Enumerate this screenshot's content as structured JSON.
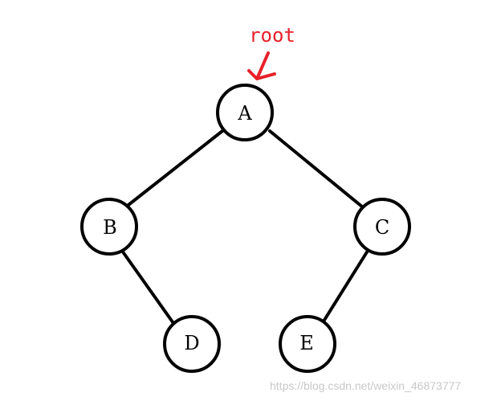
{
  "colors": {
    "annotation": "#e8202a",
    "stroke": "#000000",
    "watermark": "#c8c8c8"
  },
  "tree": {
    "root_label": "root",
    "nodes": [
      {
        "id": "A",
        "label": "A"
      },
      {
        "id": "B",
        "label": "B"
      },
      {
        "id": "C",
        "label": "C"
      },
      {
        "id": "D",
        "label": "D"
      },
      {
        "id": "E",
        "label": "E"
      }
    ],
    "edges": [
      {
        "from": "A",
        "to": "B"
      },
      {
        "from": "A",
        "to": "C"
      },
      {
        "from": "B",
        "to": "D"
      },
      {
        "from": "C",
        "to": "E"
      }
    ]
  },
  "watermark": "https://blog.csdn.net/weixin_46873777"
}
